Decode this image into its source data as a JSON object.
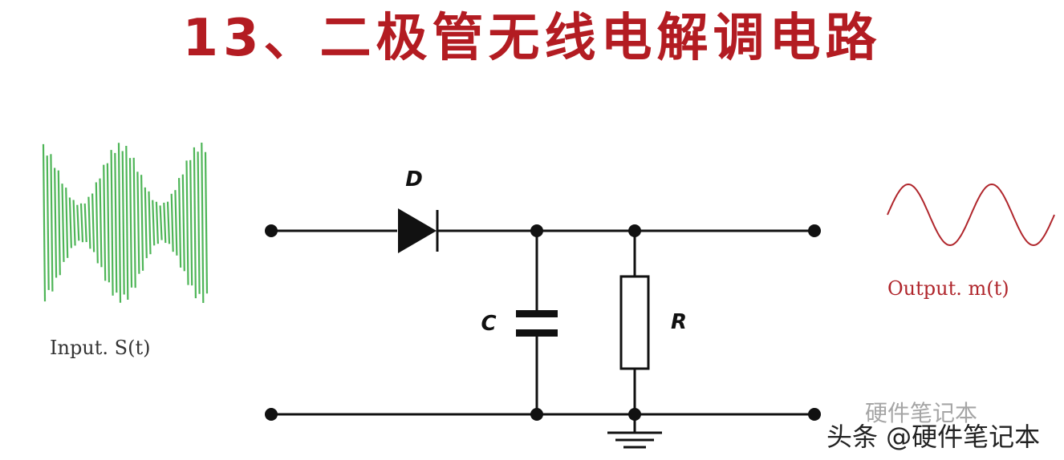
{
  "title": "13、二极管无线电解调电路",
  "diagram": {
    "diode_label": "D",
    "capacitor_label": "C",
    "resistor_label": "R",
    "input_label": "Input. S(t)",
    "output_label": "Output. m(t)"
  },
  "watermark": {
    "faint": "硬件笔记本",
    "main": "头条 @硬件笔记本"
  },
  "colors": {
    "title": "#b31c22",
    "input_wave": "#2fa83a",
    "output_wave": "#b0262c",
    "circuit": "#111111"
  }
}
